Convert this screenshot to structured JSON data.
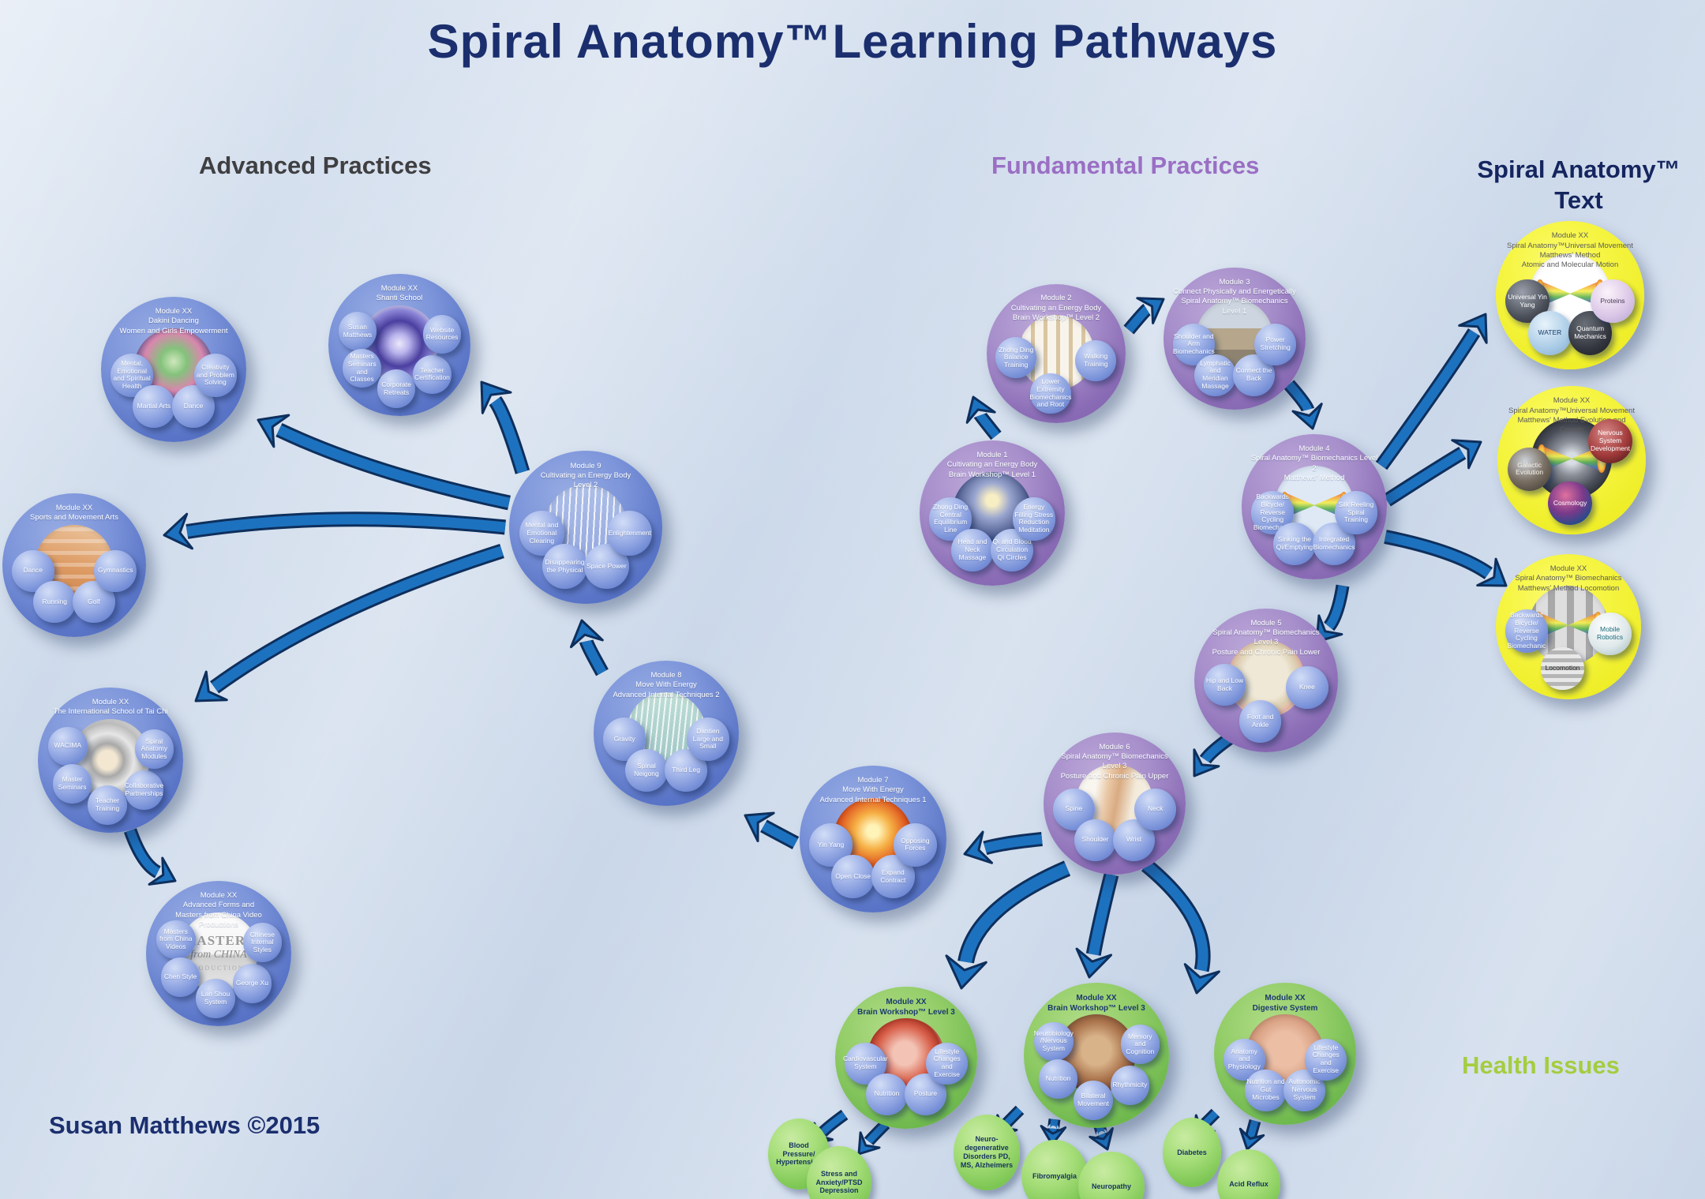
{
  "title": "Spiral Anatomy™Learning Pathways",
  "attribution": "Susan Matthews ©2015",
  "section_labels": {
    "advanced": "Advanced Practices",
    "fundamental": "Fundamental Practices",
    "text_line1": "Spiral Anatomy™",
    "text_line2": "Text",
    "health": "Health Issues"
  },
  "colors": {
    "blue_node": "#5a75c7",
    "purple_node": "#8a6bb5",
    "yellow_node": "#efee29",
    "green_node": "#6fb94e",
    "arrow_fill": "#1d72bf",
    "arrow_outline": "#0e2f5c",
    "title_text": "#1b2f6e",
    "advanced_label": "#3f3f41",
    "fundamental_label": "#9a6fc4",
    "health_label": "#a4cd3f"
  },
  "nodes": [
    {
      "id": "dakini",
      "group": "blue",
      "title": [
        "Module XX",
        "Dakini Dancing",
        "Women and Girls Empowerment"
      ],
      "satellites": [
        "Mental, Emotional and Spiritual Health",
        "Martial Arts",
        "Dance",
        "Creativity and Problem Solving"
      ]
    },
    {
      "id": "shanti",
      "group": "blue",
      "title": [
        "Module XX",
        "Shanti School"
      ],
      "satellites": [
        "Susan Matthews",
        "Masters Seminars and Classes",
        "Corporate Retreats",
        "Teacher Certification",
        "Website Resources"
      ]
    },
    {
      "id": "m9",
      "group": "blue",
      "title": [
        "Module 9",
        "Cultivating an Energy Body",
        "Level 2"
      ],
      "satellites": [
        "Mental and Emotional Clearing",
        "Disappearing the Physical",
        "Space Power",
        "Enlightenment"
      ]
    },
    {
      "id": "sports",
      "group": "blue",
      "title": [
        "Module XX",
        "Sports and Movement Arts"
      ],
      "satellites": [
        "Dance",
        "Running",
        "Golf",
        "Gymnastics"
      ]
    },
    {
      "id": "taichi",
      "group": "blue",
      "title": [
        "Module XX",
        "The International School of Tai Chi"
      ],
      "satellites": [
        "WACIMA",
        "Master Seminars",
        "Teacher Training",
        "Collaborative Partnerships",
        "Spiral Anatomy Modules"
      ]
    },
    {
      "id": "masters",
      "group": "blue",
      "title": [
        "Module XX",
        "Advanced Forms and",
        "Masters from China Video Productions"
      ],
      "center_label": [
        "MASTERS",
        "from CHINA",
        "PRODUCTIONS"
      ],
      "satellites": [
        "Masters from China Videos",
        "Chen Style",
        "Lan Shou System",
        "George Xu",
        "Chinese Internal Styles"
      ]
    },
    {
      "id": "m8",
      "group": "blue",
      "title": [
        "Module 8",
        "Move With Energy",
        "Advanced Internal Techniques 2"
      ],
      "satellites": [
        "Gravity",
        "Spinal Neigong",
        "Third Leg",
        "Dantien Large and Small"
      ]
    },
    {
      "id": "m7",
      "group": "blue",
      "title": [
        "Module 7",
        "Move With Energy",
        "Advanced Internal Techniques 1"
      ],
      "satellites": [
        "Yin Yang",
        "Open Close",
        "Expand Contract",
        "Opposing Forces"
      ]
    },
    {
      "id": "m2",
      "group": "purple",
      "title": [
        "Module 2",
        "Cultivating an Energy Body",
        "Brain Workshop™ Level 2"
      ],
      "satellites": [
        "Zhong Ding Balance Training",
        "Lower Extremity Biomechanics and Root",
        "Walking Training"
      ]
    },
    {
      "id": "m3",
      "group": "purple",
      "title": [
        "Module 3",
        "Connect Physically and Energetically",
        "Spiral Anatomy™ Biomechanics Level 1"
      ],
      "satellites": [
        "Shoulder and Arm Biomechanics",
        "Lymphatic and Meridian Massage",
        "Connect the Back",
        "Power Stretching"
      ]
    },
    {
      "id": "m1",
      "group": "purple",
      "title": [
        "Module 1",
        "Cultivating an Energy Body",
        "Brain Workshop™ Level 1"
      ],
      "satellites": [
        "Zhong Ding Central Equilibrium Line",
        "Head and Neck Massage",
        "Qi and Blood Circulation Qi Circles",
        "Energy Filling Stress Reduction Meditation"
      ]
    },
    {
      "id": "m4",
      "group": "purple",
      "title": [
        "Module 4",
        "Spiral Anatomy™ Biomechanics Level 2",
        "Matthews' Method"
      ],
      "satellites": [
        "Backwards Bicycle/ Reverse Cycling Biomechanic",
        "Sinking the Qi/Emptying",
        "Integrated Biomechanics",
        "Silk Reeling Spiral Training"
      ]
    },
    {
      "id": "m5",
      "group": "purple",
      "title": [
        "Module 5",
        "Spiral Anatomy™ Biomechanics Level 3",
        "Posture and Chronic Pain Lower"
      ],
      "satellites": [
        "Hip and Low Back",
        "Foot and Ankle",
        "Knee"
      ]
    },
    {
      "id": "m6",
      "group": "purple",
      "title": [
        "Module 6",
        "Spiral Anatomy™ Biomechanics Level 3",
        "Posture and Chronic Pain Upper"
      ],
      "satellites": [
        "Spine",
        "Shoulder",
        "Wrist",
        "Neck"
      ]
    },
    {
      "id": "y1",
      "group": "yellow",
      "title": [
        "Module XX",
        "Spiral Anatomy™Universal Movement",
        "Matthews' Method",
        "Atomic and Molecular Motion"
      ],
      "satellites": [
        "Universal Yin Yang",
        "WATER",
        "Quantum Mechanics",
        "Proteins"
      ]
    },
    {
      "id": "y2",
      "group": "yellow",
      "title": [
        "Module XX",
        "Spiral Anatomy™Universal Movement",
        "Matthews' Method Evolution and Growth"
      ],
      "satellites": [
        "Galactic Evolution",
        "Cosmology",
        "Nervous System Development"
      ]
    },
    {
      "id": "y3",
      "group": "yellow",
      "title": [
        "Module XX",
        "Spiral Anatomy™ Biomechanics",
        "Matthews' Method Locomotion"
      ],
      "satellites": [
        "Backwards Bicycle/ Reverse Cycling Biomechanic",
        "Locomotion",
        "Mobile Robotics"
      ]
    },
    {
      "id": "g1",
      "group": "green",
      "title": [
        "Module XX",
        "Brain Workshop™ Level 3"
      ],
      "satellites": [
        "Cardiovascular System",
        "Nutrition",
        "Posture",
        "Lifestyle Changes and Exercise"
      ]
    },
    {
      "id": "g2",
      "group": "green",
      "title": [
        "Module XX",
        "Brain Workshop™ Level 3"
      ],
      "satellites": [
        "Neurobiology /Nervous System",
        "Nutrition",
        "Bilateral Movement",
        "Rhythmicity",
        "Memory and Cognition"
      ]
    },
    {
      "id": "g3",
      "group": "green",
      "title": [
        "Module XX",
        "Digestive System"
      ],
      "satellites": [
        "Anatomy and Physiology",
        "Nutrition and Gut Microbes",
        "Autonomic Nervous System",
        "Lifestyle Changes and Exercise"
      ]
    }
  ],
  "health_bubbles": [
    {
      "id": "hb1",
      "label": "Blood Pressure/ Hypertension"
    },
    {
      "id": "hb2",
      "label": "Stress and Anxiety/PTSD Depression"
    },
    {
      "id": "hb3",
      "label": "Neuro-degenerative Disorders PD, MS, Alzheimers"
    },
    {
      "id": "hb4",
      "label": "Fibromyalgia"
    },
    {
      "id": "hb5",
      "label": "Neuropathy"
    },
    {
      "id": "hb6",
      "label": "Diabetes"
    },
    {
      "id": "hb7",
      "label": "Acid Reflux"
    }
  ],
  "connections": [
    {
      "from": "m9",
      "to": "shanti"
    },
    {
      "from": "m9",
      "to": "dakini"
    },
    {
      "from": "m9",
      "to": "sports"
    },
    {
      "from": "m9",
      "to": "taichi"
    },
    {
      "from": "taichi",
      "to": "masters"
    },
    {
      "from": "m8",
      "to": "m9"
    },
    {
      "from": "m7",
      "to": "m8"
    },
    {
      "from": "m6",
      "to": "m7"
    },
    {
      "from": "m1",
      "to": "m2"
    },
    {
      "from": "m2",
      "to": "m3"
    },
    {
      "from": "m3",
      "to": "m4"
    },
    {
      "from": "m4",
      "to": "m5"
    },
    {
      "from": "m5",
      "to": "m6"
    },
    {
      "from": "m4",
      "to": "y1"
    },
    {
      "from": "m4",
      "to": "y2"
    },
    {
      "from": "m4",
      "to": "y3"
    },
    {
      "from": "m6",
      "to": "g1"
    },
    {
      "from": "m6",
      "to": "g2"
    },
    {
      "from": "m6",
      "to": "g3"
    },
    {
      "from": "g1",
      "to": "hb1"
    },
    {
      "from": "g1",
      "to": "hb2"
    },
    {
      "from": "g2",
      "to": "hb3"
    },
    {
      "from": "g2",
      "to": "hb4"
    },
    {
      "from": "g2",
      "to": "hb5"
    },
    {
      "from": "g3",
      "to": "hb6"
    },
    {
      "from": "g3",
      "to": "hb7"
    }
  ]
}
